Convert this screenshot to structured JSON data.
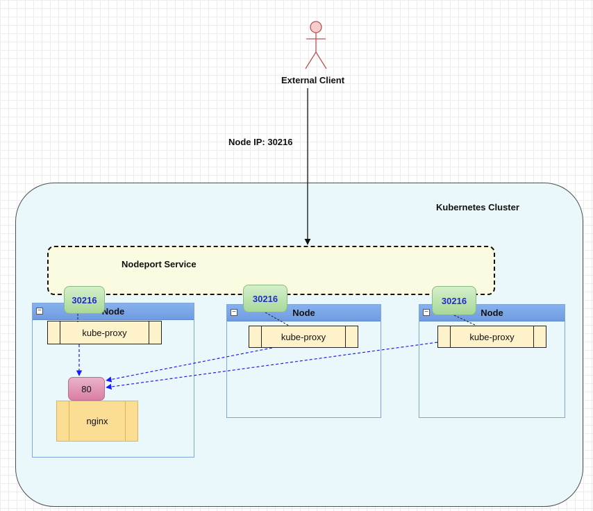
{
  "actor": {
    "label": "External Client"
  },
  "request_edge": {
    "label": "Node IP: 30216"
  },
  "cluster": {
    "label": "Kubernetes Cluster"
  },
  "service": {
    "label": "Nodeport Service"
  },
  "nodes": [
    {
      "title": "Node",
      "port": "30216",
      "proxy": "kube-proxy",
      "collapse_symbol": "−"
    },
    {
      "title": "Node",
      "port": "30216",
      "proxy": "kube-proxy",
      "collapse_symbol": "−"
    },
    {
      "title": "Node",
      "port": "30216",
      "proxy": "kube-proxy",
      "collapse_symbol": "−"
    }
  ],
  "pod": {
    "port": "80",
    "container": "nginx"
  },
  "colors": {
    "cluster_fill": "#ebf8fb",
    "service_fill": "#fafbe1",
    "node_header": "#7ea6dc",
    "port_fill": "#b8e0aa",
    "port_text": "#1d2ccf",
    "pod_port_fill": "#e39ab8",
    "proxy_fill": "#fdf2c9",
    "nginx_fill": "#fbdd93",
    "actor_stroke": "#b85450",
    "actor_fill": "#f8cecc",
    "dashed_link": "#1a1aff"
  }
}
